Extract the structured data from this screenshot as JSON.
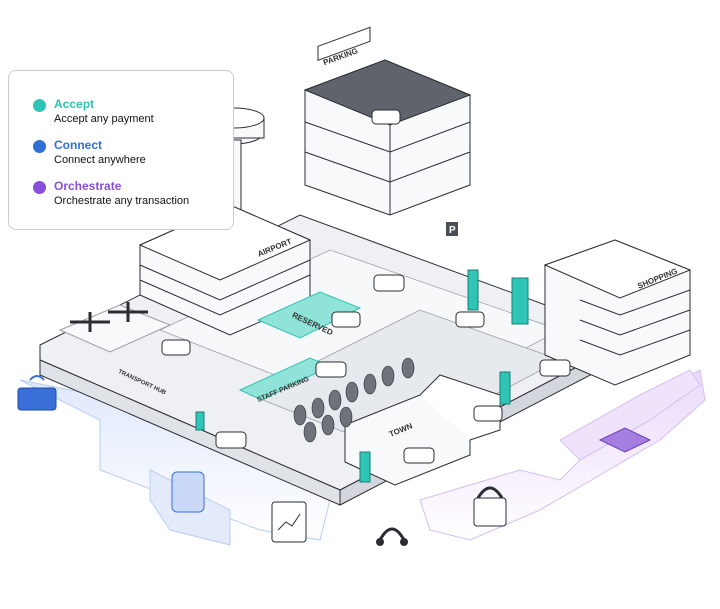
{
  "legend": [
    {
      "title": "Accept",
      "subtitle": "Accept any payment",
      "color": "#2ec4b6"
    },
    {
      "title": "Connect",
      "subtitle": "Connect anywhere",
      "color": "#2f6fd6"
    },
    {
      "title": "Orchestrate",
      "subtitle": "Orchestrate any transaction",
      "color": "#8a4fd8"
    }
  ],
  "signs": {
    "parking": "PARKING",
    "airport": "AIRPORT",
    "shopping": "SHOPPING",
    "town": "TOWN",
    "reserved": "RESERVED",
    "staff_parking": "STAFF PARKING",
    "transport_hub": "TRANSPORT HUB",
    "parking_p": "P"
  },
  "colors": {
    "ground": "#f4f5f7",
    "outline": "#2b2d33",
    "accent_teal": "#2ec4b6",
    "connect_blue": "#c9d9f7",
    "orchestrate_purple": "#e0cff7"
  }
}
